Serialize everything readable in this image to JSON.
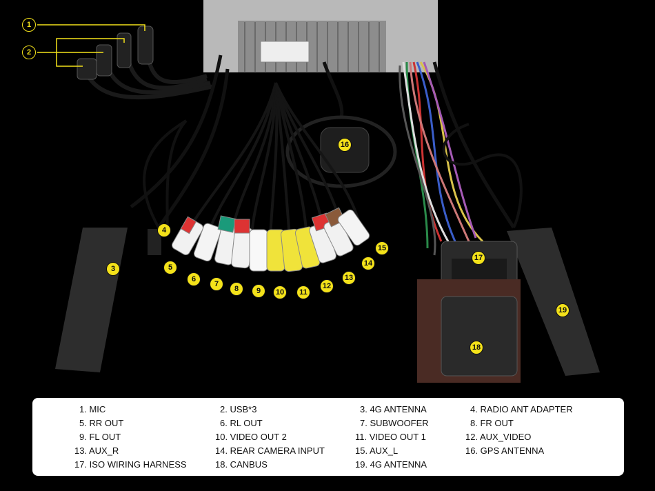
{
  "callouts": [
    {
      "num": "1"
    },
    {
      "num": "2"
    },
    {
      "num": "3"
    },
    {
      "num": "4"
    },
    {
      "num": "5"
    },
    {
      "num": "6"
    },
    {
      "num": "7"
    },
    {
      "num": "8"
    },
    {
      "num": "9"
    },
    {
      "num": "10"
    },
    {
      "num": "11"
    },
    {
      "num": "12"
    },
    {
      "num": "13"
    },
    {
      "num": "14"
    },
    {
      "num": "15"
    },
    {
      "num": "16"
    },
    {
      "num": "17"
    },
    {
      "num": "18"
    },
    {
      "num": "19"
    }
  ],
  "legend": [
    "1. MIC",
    "2. USB*3",
    "3. 4G ANTENNA",
    "4. RADIO ANT ADAPTER",
    "5. RR OUT",
    "6. RL OUT",
    "7. SUBWOOFER",
    "8. FR OUT",
    "9. FL OUT",
    "10. VIDEO OUT 2",
    "11. VIDEO OUT 1",
    "12. AUX_VIDEO",
    "13. AUX_R",
    "14. REAR CAMERA INPUT",
    "15. AUX_L",
    "16. GPS ANTENNA",
    "17. ISO WIRING HARNESS",
    "18. CANBUS",
    "19. 4G ANTENNA"
  ],
  "colors": {
    "callout": "#f4e21a",
    "background": "#000000",
    "legend_bg": "#ffffff"
  }
}
